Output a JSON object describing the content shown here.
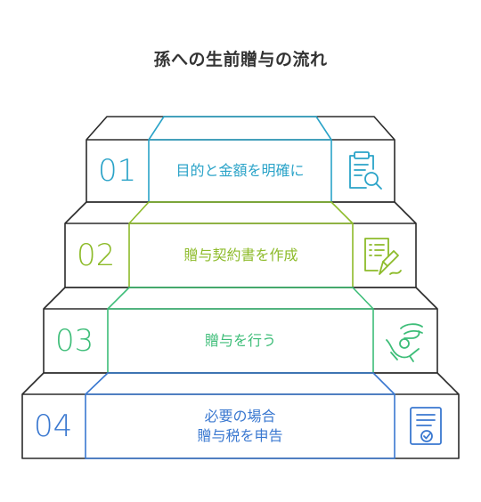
{
  "title": "孫への生前贈与の流れ",
  "steps": [
    {
      "number": "01",
      "label_lines": [
        "目的と金額を明確に"
      ],
      "color": "#2aa3c8",
      "icon": "clipboard-search-icon"
    },
    {
      "number": "02",
      "label_lines": [
        "贈与契約書を作成"
      ],
      "color": "#8dbb2a",
      "icon": "contract-signing-icon"
    },
    {
      "number": "03",
      "label_lines": [
        "贈与を行う"
      ],
      "color": "#3dbd78",
      "icon": "giving-hand-icon"
    },
    {
      "number": "04",
      "label_lines": [
        "必要の場合",
        "贈与税を申告"
      ],
      "color": "#3a78d0",
      "icon": "tax-document-check-icon"
    }
  ],
  "colors": {
    "outline": "#2b2b2b",
    "title": "#333333"
  }
}
